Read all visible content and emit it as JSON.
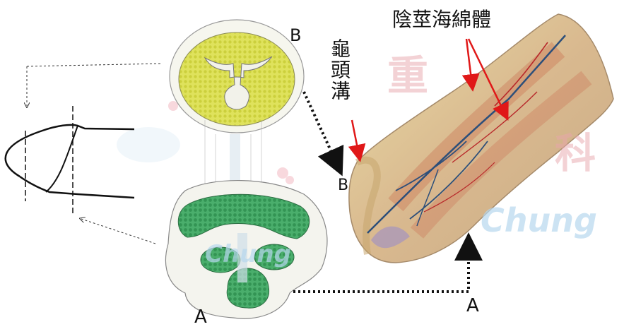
{
  "labels": {
    "title_top_right": "陰莖海綿體",
    "label_vertical": "龜頭溝",
    "label_B_top": "B",
    "label_B_mid": "B",
    "label_A_bottom_left": "A",
    "label_A_bottom_right": "A"
  },
  "watermark": {
    "text_1": "重",
    "text_2": "科",
    "text_3": "Chung",
    "text_4": "Chung"
  },
  "colors": {
    "arrow_red": "#e01818",
    "yellow_section": "#d9dd4f",
    "green_section": "#2f9a55",
    "watermark_pink": "#e9a6ad",
    "watermark_blue": "#b7d8ee"
  },
  "icons": [
    "dotted-arrow-icon",
    "red-pointer-arrow-icon"
  ]
}
